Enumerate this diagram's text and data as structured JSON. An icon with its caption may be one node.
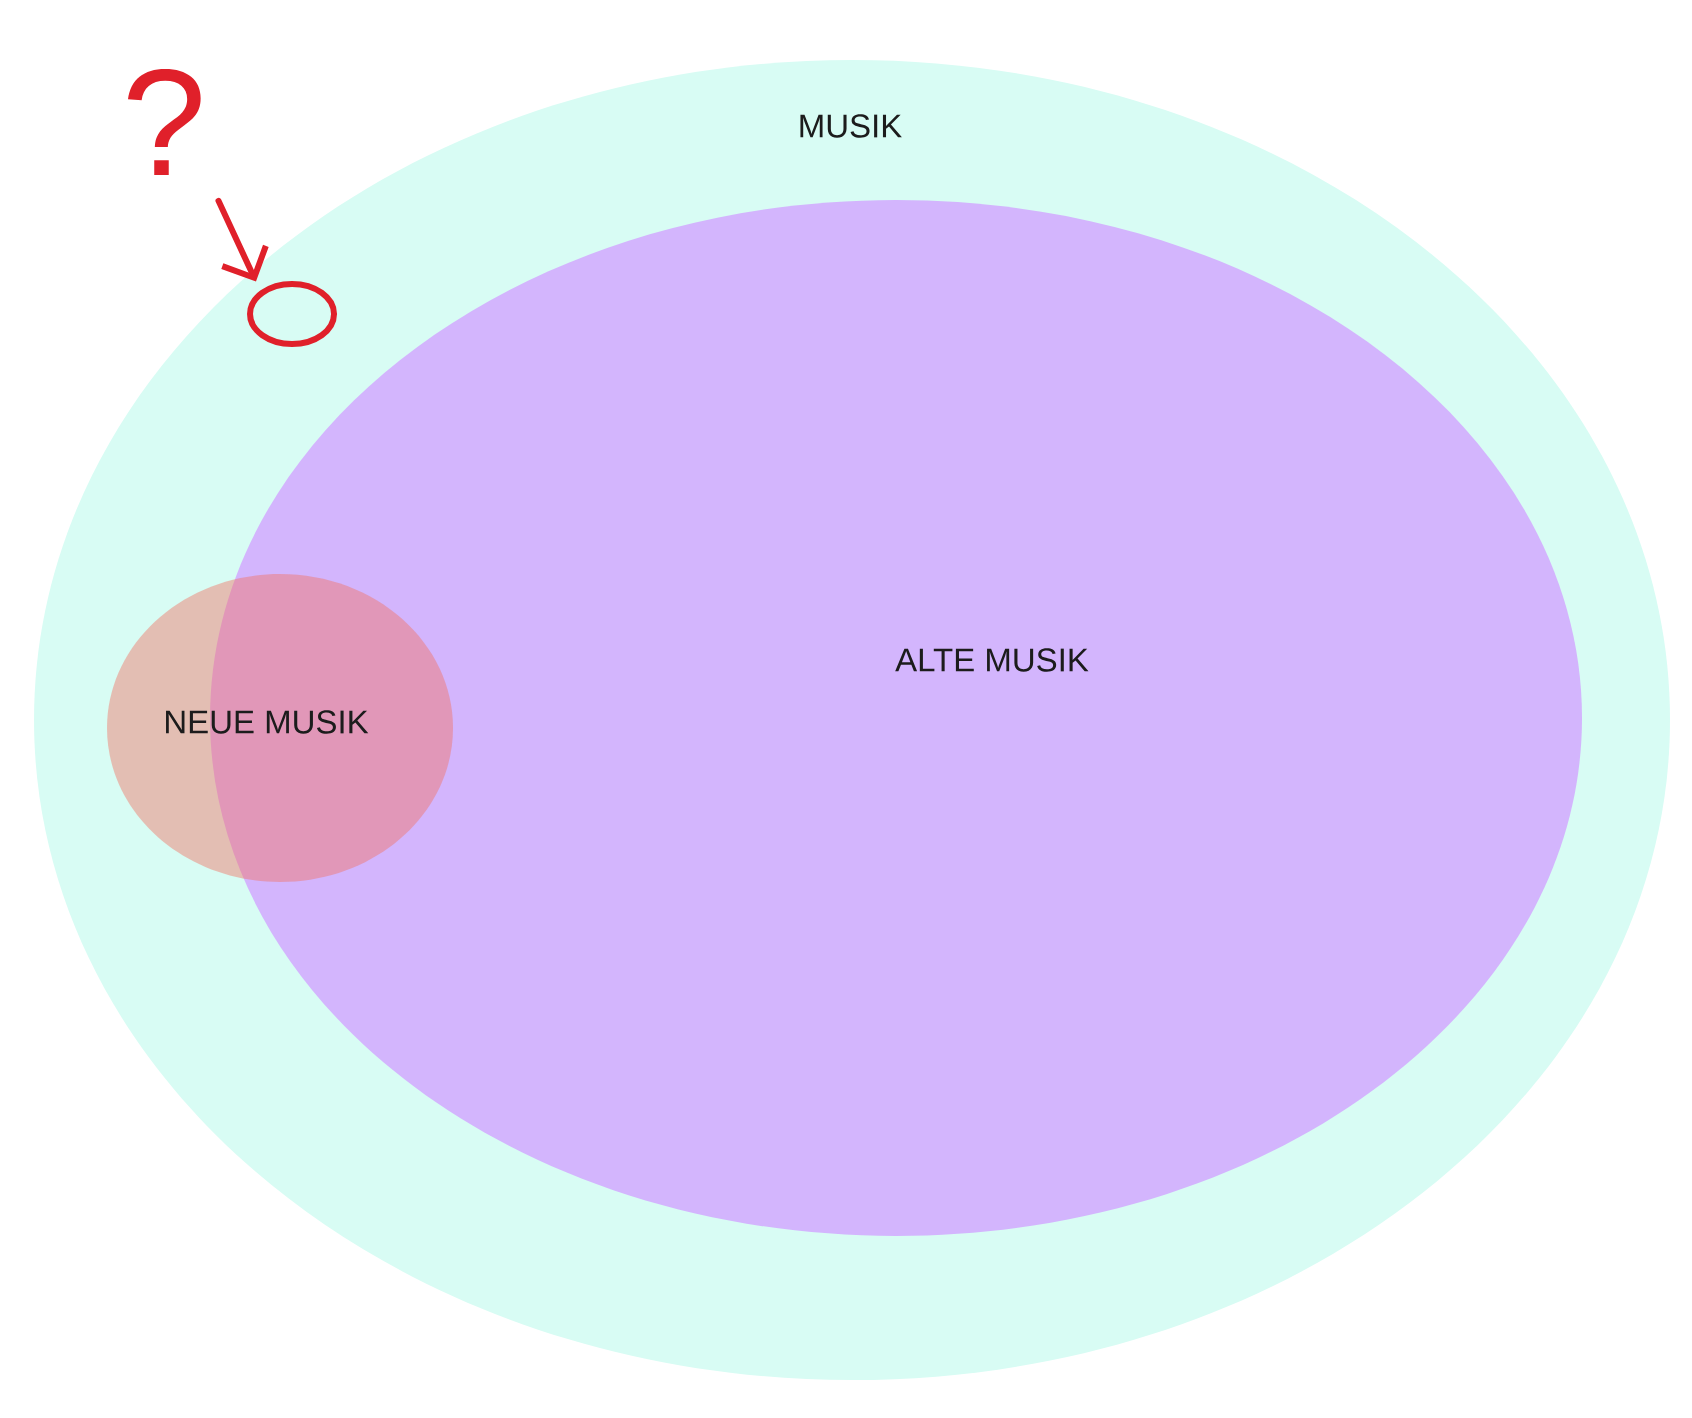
{
  "diagram": {
    "nodes": [
      {
        "text": [
          "MUSIK"
        ]
      },
      {
        "text": [
          "ALTE MUSIK"
        ],
        "in": 0
      },
      {
        "text": [
          "NEUE MUSIK"
        ],
        "in": 0
      },
      {
        "text": [
          "?"
        ]
      },
      {
        "text": [],
        "shape": "circle",
        "in": 0
      }
    ],
    "edges": [
      {
        "from": 3,
        "to": 4,
        "arrow": "to"
      }
    ]
  }
}
